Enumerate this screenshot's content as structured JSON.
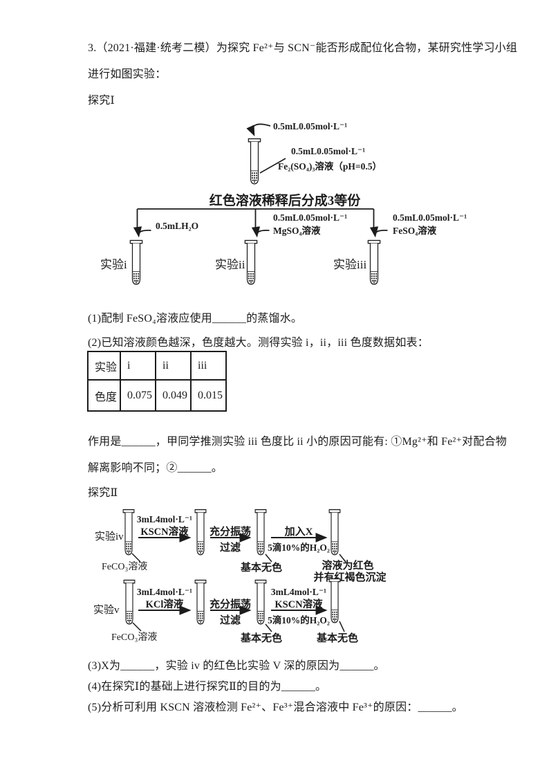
{
  "question": {
    "intro_line1": "3.（2021·福建·统考二模）为探究 Fe²⁺与 SCN⁻能否形成配位化合物，某研究性学习小组",
    "intro_line2": "进行如图实验：",
    "part1_label": "探究Ⅰ",
    "part2_label": "探究Ⅱ",
    "q1": "(1)配制 FeSO₄溶液应使用______的蒸馏水。",
    "q2": "(2)已知溶液颜色越深，色度越大。测得实验 i，ii，iii 色度数据如表：",
    "q2_follow_line1": "作用是______，甲同学推测实验 iii 色度比 ii 小的原因可能有: ①Mg²⁺和 Fe²⁺对配合物",
    "q2_follow_line2": "解离影响不同；②______。",
    "q3": "(3)X为______，实验 iv 的红色比实验 V 深的原因为______。",
    "q4": "(4)在探究Ⅰ的基础上进行探究Ⅱ的目的为______。",
    "q5": "(5)分析可利用 KSCN 溶液检测 Fe²⁺、Fe³⁺混合溶液中 Fe³⁺的原因：______。"
  },
  "diagram1": {
    "tube_top_label": "0.5mL0.05mol·L⁻¹",
    "tube_side_label1": "0.5mL0.05mol·L⁻¹",
    "tube_side_label2": "Fe₂(SO₄)₃溶液（pH=0.5）",
    "split_title": "红色溶液稀释后分成3等份",
    "branches": [
      {
        "reagent_line1": "0.5mLH₂O",
        "name": "实验i"
      },
      {
        "reagent_line1": "0.5mL0.05mol·L⁻¹",
        "reagent_line2": "MgSO₄溶液",
        "name": "实验ii"
      },
      {
        "reagent_line1": "0.5mL0.05mol·L⁻¹",
        "reagent_line2": "FeSO₄溶液",
        "name": "实验iii"
      }
    ]
  },
  "table": {
    "headers": [
      "实验",
      "i",
      "ii",
      "iii"
    ],
    "row_label": "色度",
    "values": [
      "0.075",
      "0.049",
      "0.015"
    ]
  },
  "diagram2": {
    "rows": [
      {
        "name": "实验iv",
        "source_label": "FeCO₃溶液",
        "step1_above1": "3mL4mol·L⁻¹",
        "step1_above2": "KSCN溶液",
        "step2_above": "充分振荡",
        "step2_below": "过滤",
        "mid_result": "基本无色",
        "step3_above1": "加入X",
        "step3_below": "5滴10%的H₂O₂",
        "final_result1": "溶液为红色",
        "final_result2": "并有红褐色沉淀"
      },
      {
        "name": "实验v",
        "source_label": "FeCO₃溶液",
        "step1_above1": "3mL4mol·L⁻¹",
        "step1_above2": "KCl溶液",
        "step2_above": "充分振荡",
        "step2_below": "过滤",
        "mid_result": "基本无色",
        "step3_above1": "3mL4mol·L⁻¹",
        "step3_above2": "KSCN溶液",
        "step3_below": "5滴10%的H₂O₂",
        "final_result1": "基本无色"
      }
    ]
  }
}
